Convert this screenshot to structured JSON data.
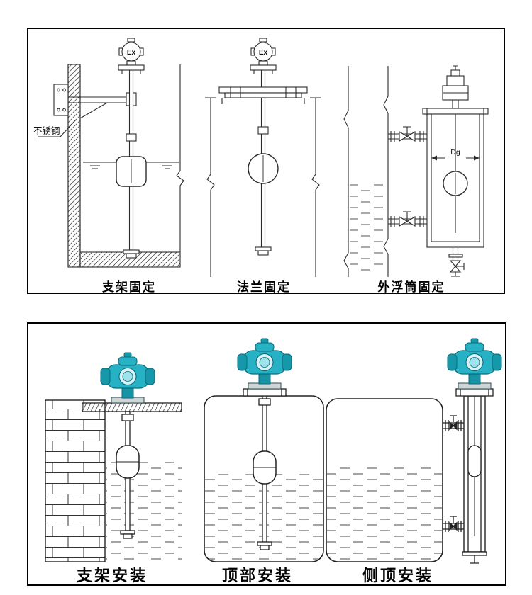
{
  "colors": {
    "line": "#2b2b2b",
    "panel_border": "#000000",
    "teal_body": "#27b1c4",
    "teal_dark": "#1697aa",
    "teal_light": "#9fe2ec",
    "background": "#ffffff"
  },
  "top_panel": {
    "captions": [
      "支架固定",
      "法兰固定",
      "外浮筒固定"
    ],
    "stainless_label": "不锈钢",
    "ex_label_1": "Ex",
    "ex_label_2": "Ex",
    "dg_label": "Dg"
  },
  "bottom_panel": {
    "captions": [
      "支架安装",
      "顶部安装",
      "侧顶安装"
    ]
  }
}
